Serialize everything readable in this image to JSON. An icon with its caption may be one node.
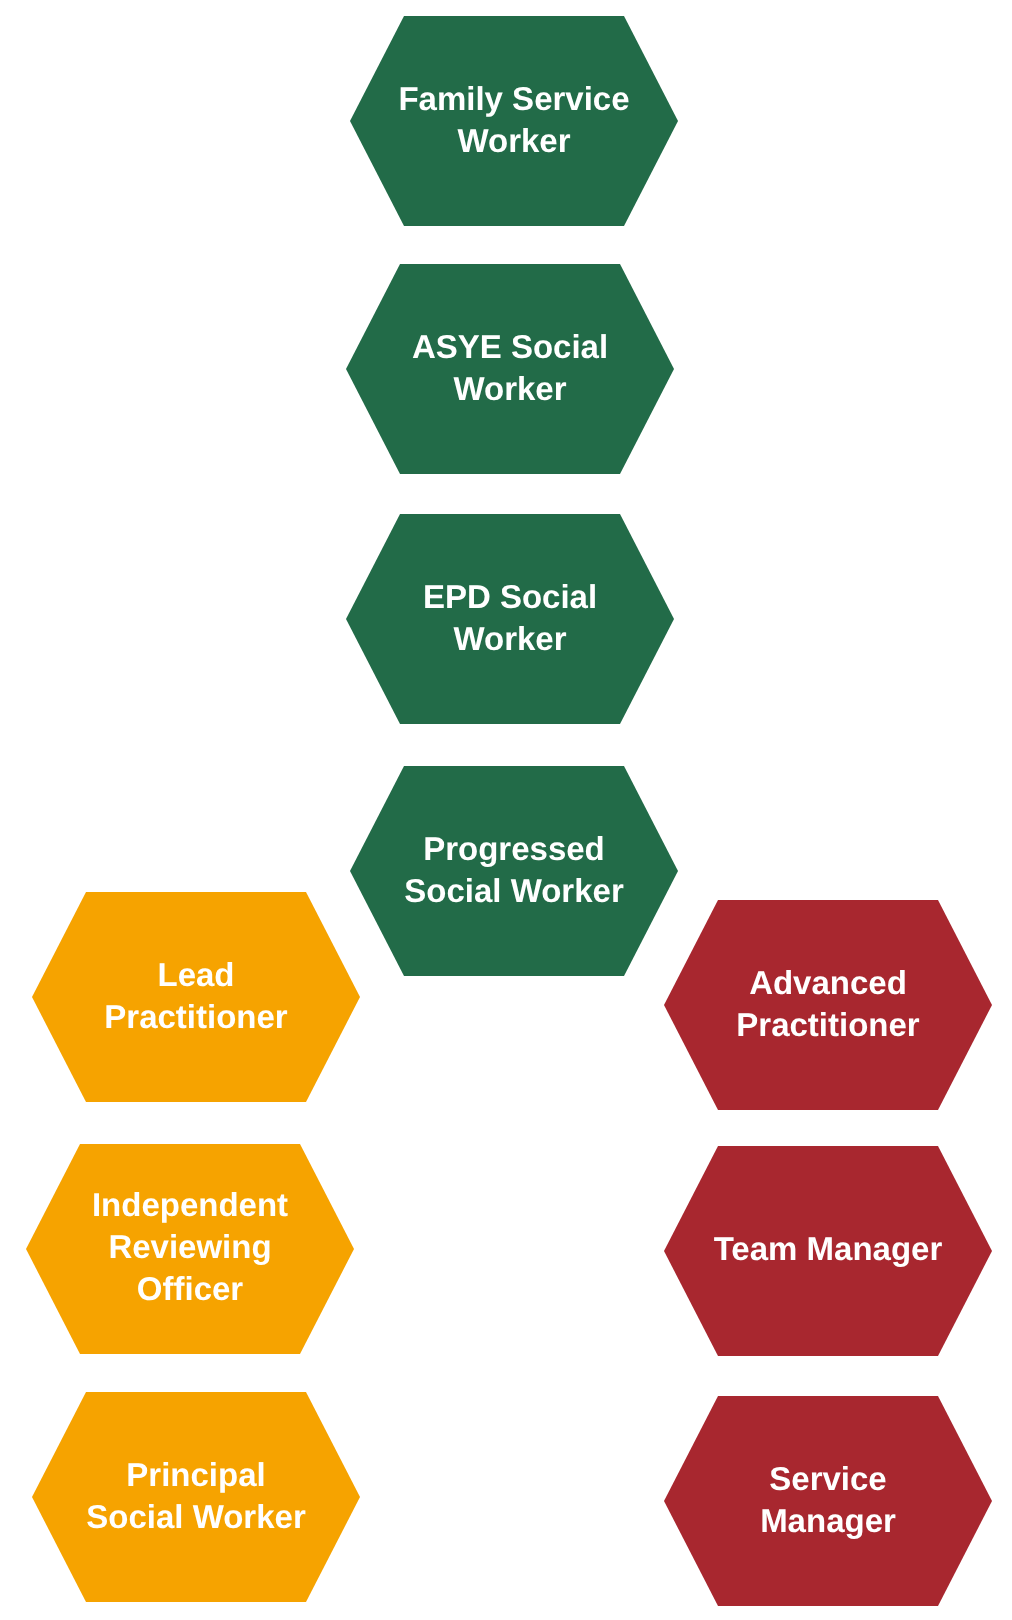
{
  "diagram": {
    "nodes": [
      {
        "text": [
          "Family Service Worker"
        ]
      },
      {
        "text": [
          "ASYE Social Worker"
        ]
      },
      {
        "text": [
          "EPD Social Worker"
        ]
      },
      {
        "text": [
          "Progressed Social Worker"
        ]
      },
      {
        "text": [
          "Lead Practitioner"
        ]
      },
      {
        "text": [
          "Advanced Practitioner"
        ]
      },
      {
        "text": [
          "Independent Reviewing Officer"
        ]
      },
      {
        "text": [
          "Team Manager"
        ]
      },
      {
        "text": [
          "Principal Social Worker"
        ]
      },
      {
        "text": [
          "Service Manager"
        ]
      }
    ],
    "edges": []
  }
}
